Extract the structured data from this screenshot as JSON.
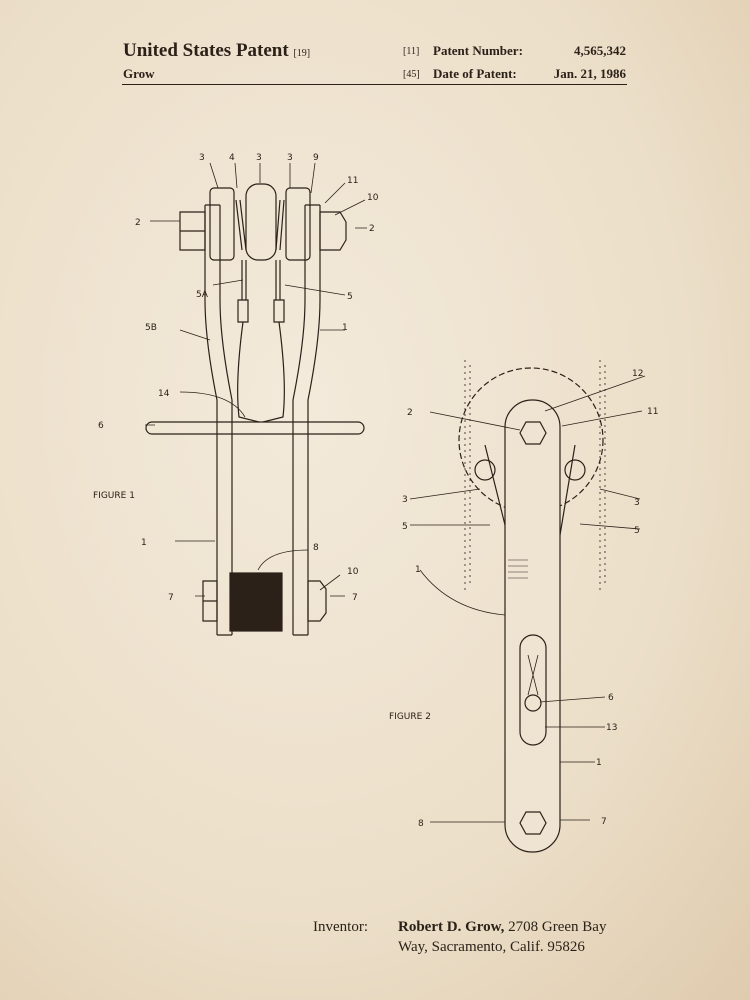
{
  "header": {
    "title": "United States Patent",
    "title_code": "[19]",
    "inventor_surname": "Grow",
    "number_code": "[11]",
    "number_label": "Patent Number:",
    "number_value": "4,565,342",
    "date_code": "[45]",
    "date_label": "Date of Patent:",
    "date_value": "Jan. 21, 1986"
  },
  "figure1": {
    "caption": "FIGURE 1",
    "labels": [
      "3",
      "4",
      "3",
      "3",
      "9",
      "11",
      "10",
      "2",
      "2",
      "5A",
      "5",
      "5B",
      "1",
      "14",
      "6",
      "1",
      "8",
      "10",
      "7",
      "7"
    ]
  },
  "figure2": {
    "caption": "FIGURE 2",
    "labels": [
      "12",
      "2",
      "11",
      "3",
      "3",
      "5",
      "5",
      "1",
      "6",
      "13",
      "1",
      "8",
      "7"
    ]
  },
  "inventor": {
    "label": "Inventor:",
    "name": "Robert D. Grow,",
    "address_line1": " 2708 Green Bay",
    "address_line2": "Way, Sacramento, Calif. 95826"
  },
  "colors": {
    "paper": "#efe4d2",
    "ink": "#2b2118"
  }
}
